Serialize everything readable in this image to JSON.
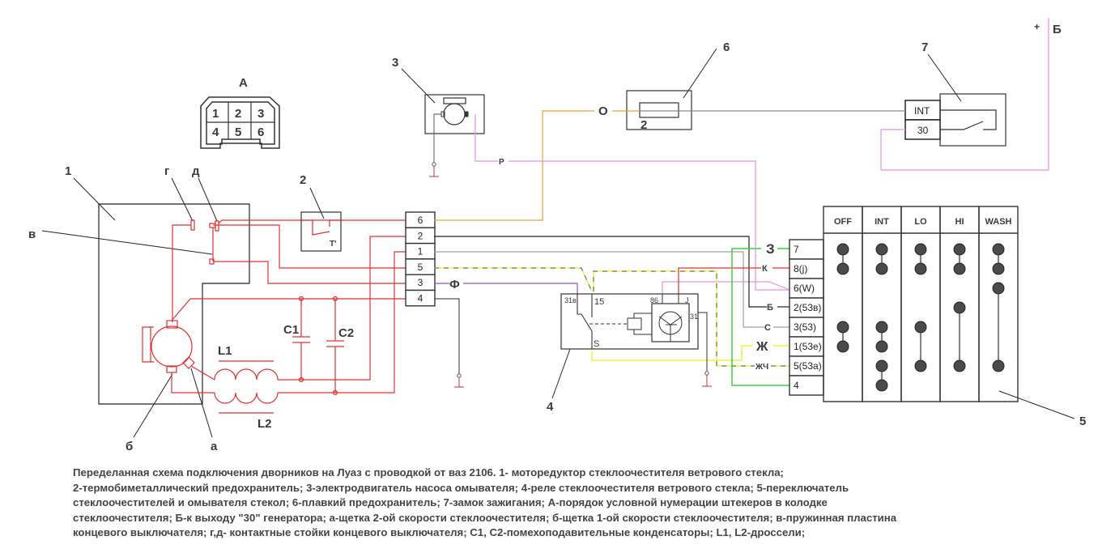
{
  "diagram": {
    "title": "Wiper wiring diagram (LuAZ with VAZ-2106 wiring)",
    "colors": {
      "red": "#e03030",
      "orange": "#e8a040",
      "pink": "#e890e0",
      "purple": "#9a50c8",
      "green": "#40d040",
      "yellow": "#f0f040",
      "gray": "#a0a0a0",
      "black": "#222222",
      "dot": "#4a4a4a"
    },
    "callouts": {
      "c1": "1",
      "c2": "2",
      "c3": "3",
      "c4": "4",
      "c5": "5",
      "c6": "6",
      "c7": "7",
      "A": "А",
      "B_plus": "+",
      "B": "Б",
      "g": "г",
      "d": "д",
      "v": "в",
      "b": "б",
      "a": "а"
    },
    "connector_A": {
      "title": "А",
      "pins": [
        "1",
        "2",
        "3",
        "4",
        "5",
        "6"
      ]
    },
    "thermal_fuse_label": "T'",
    "components": {
      "C1": "C1",
      "C2": "C2",
      "L1": "L1",
      "L2": "L2"
    },
    "plug_block_1": [
      "6",
      "2",
      "1",
      "5",
      "3",
      "4"
    ],
    "fuse_number": "2",
    "ignition": {
      "pins": [
        "INT",
        "30"
      ]
    },
    "wire_labels": {
      "O": "О",
      "P": "Р",
      "F": "Ф",
      "Z": "З",
      "K": "К",
      "B": "Б",
      "S": "С",
      "Zh": "Ж",
      "ZhCh": "ЖЧ"
    },
    "relay": {
      "pins": {
        "p31v": "31в",
        "p15": "15",
        "p86": "86",
        "pJ": "J",
        "p31": "31",
        "pS": "S"
      }
    },
    "switch": {
      "pins": [
        "7",
        "8(j)",
        "6(W)",
        "2(53в)",
        "3(53)",
        "1(53е)",
        "5(53а)",
        "4"
      ],
      "positions": [
        "OFF",
        "INT",
        "LO",
        "HI",
        "WASH"
      ],
      "connections": {
        "OFF": [
          [
            0,
            1
          ],
          [
            4,
            5
          ]
        ],
        "INT": [
          [
            0,
            1
          ],
          [
            4,
            5
          ],
          [
            6,
            7
          ]
        ],
        "LO": [
          [
            0,
            1
          ],
          [
            4,
            6
          ]
        ],
        "HI": [
          [
            0,
            1
          ],
          [
            3,
            6
          ]
        ],
        "WASH": [
          [
            0,
            1
          ],
          [
            2,
            6
          ]
        ]
      }
    }
  },
  "caption": {
    "lines": [
      "Переделанная схема подключения дворников на Луаз с проводкой от ваз 2106. 1- моторедуктор стеклоочестителя ветрового стекла;",
      "2-термобиметаллический предохранитель; 3-электродвигатель насоса омывателя; 4-реле стеклоочестителя ветрового стекла; 5-переключатель",
      "стеклоочестителей и омывателя стекол; 6-плавкий предохранитель; 7-замок зажигания; А-порядок условной нумерации штекеров в колодке",
      "стеклоочестителя; Б-к выходу \"30\" генератора; а-щетка 2-ой скорости стеклоочестителя; б-щетка 1-ой скорости стеклоочестителя; в-пружинная пластина",
      "концевого выключателя; г,д- контактные стойки концевого выключателя; C1, C2-помехоподавительные конденсаторы; L1, L2-дроссели;"
    ]
  }
}
